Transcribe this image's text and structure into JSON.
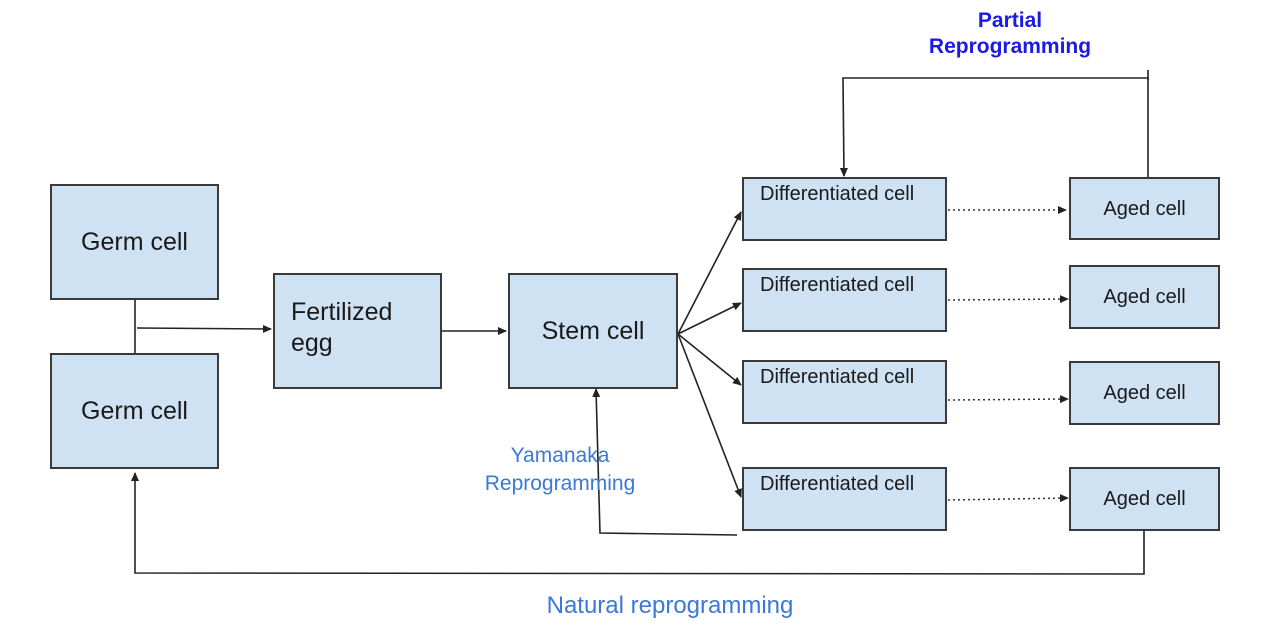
{
  "nodes": {
    "germ_cell_top": "Germ cell",
    "germ_cell_bottom": "Germ cell",
    "fertilized_egg": "Fertilized egg",
    "stem_cell": "Stem cell",
    "differentiated": [
      "Differentiated cell",
      "Differentiated cell",
      "Differentiated cell",
      "Differentiated cell"
    ],
    "aged": [
      "Aged cell",
      "Aged cell",
      "Aged cell",
      "Aged cell"
    ]
  },
  "labels": {
    "partial": [
      "Partial",
      "Reprogramming"
    ],
    "yamanaka": [
      "Yamanaka",
      "Reprogramming"
    ],
    "natural": "Natural reprogramming"
  },
  "colors": {
    "node_fill": "#cfe2f3",
    "partial_label": "#1a1ae6",
    "other_labels": "#3c78d8"
  }
}
